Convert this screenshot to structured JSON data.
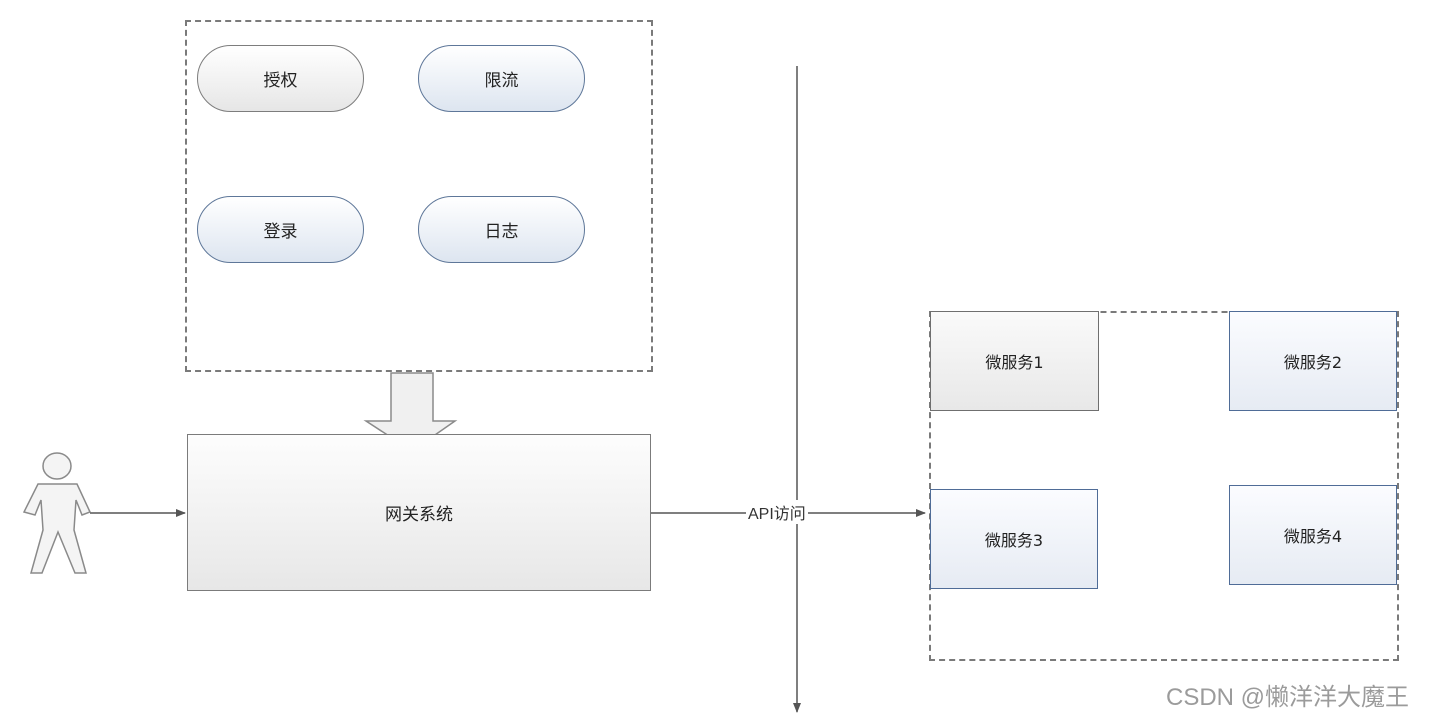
{
  "plugins": {
    "auth": "授权",
    "rate_limit": "限流",
    "login": "登录",
    "log": "日志"
  },
  "gateway": {
    "label": "网关系统"
  },
  "edge": {
    "api_label": "API访问"
  },
  "services": {
    "s1": "微服务1",
    "s2": "微服务2",
    "s3": "微服务3",
    "s4": "微服务4"
  },
  "watermark": "CSDN @懒洋洋大魔王",
  "icons": [
    "person-icon",
    "block-arrow-down-icon"
  ]
}
